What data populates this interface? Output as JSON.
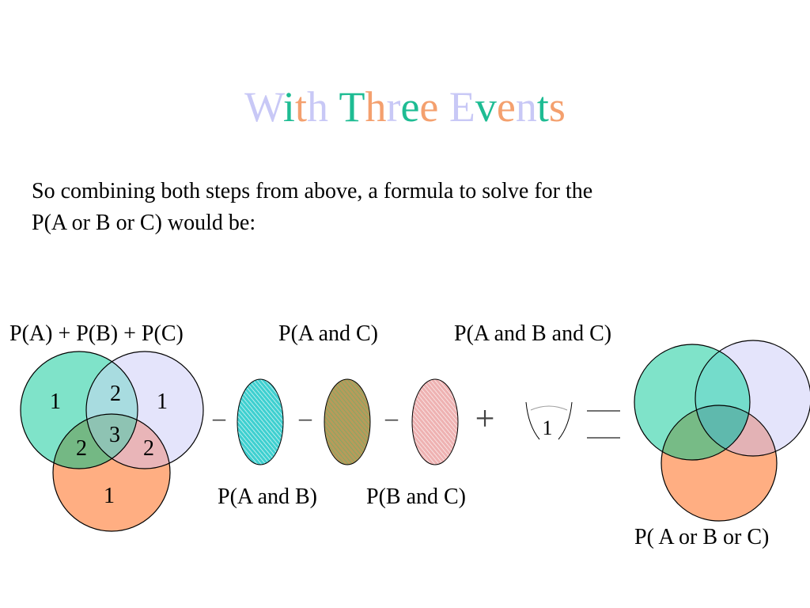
{
  "title": {
    "letters": [
      {
        "ch": "W",
        "color": "#c8c8f6"
      },
      {
        "ch": "i",
        "color": "#1ebc93"
      },
      {
        "ch": "t",
        "color": "#f4a06e"
      },
      {
        "ch": "h",
        "color": "#c8c8f6"
      },
      {
        "ch": " ",
        "color": "#000000"
      },
      {
        "ch": "T",
        "color": "#1ebc93"
      },
      {
        "ch": "h",
        "color": "#f4a06e"
      },
      {
        "ch": "r",
        "color": "#c8c8f6"
      },
      {
        "ch": "e",
        "color": "#1ebc93"
      },
      {
        "ch": "e",
        "color": "#f4a06e"
      },
      {
        "ch": " ",
        "color": "#000000"
      },
      {
        "ch": "E",
        "color": "#c8c8f6"
      },
      {
        "ch": "v",
        "color": "#1ebc93"
      },
      {
        "ch": "e",
        "color": "#f4a06e"
      },
      {
        "ch": "n",
        "color": "#c8c8f6"
      },
      {
        "ch": "t",
        "color": "#1ebc93"
      },
      {
        "ch": "s",
        "color": "#f4a06e"
      }
    ]
  },
  "intro": {
    "line1": "So combining both steps from above, a formula to solve for the",
    "line2": "P(A or B or C) would be:"
  },
  "labels": {
    "sum": "P(A) + P(B) + P(C)",
    "a_and_c": "P(A and C)",
    "a_b_c": "P(A and B and C)",
    "a_and_b": "P(A and B)",
    "b_and_c": "P(B and C)",
    "union": "P( A or B or C)"
  },
  "venn_counts": {
    "a_only": "1",
    "b_only": "1",
    "c_only": "1",
    "ab": "2",
    "ac": "2",
    "bc": "2",
    "abc": "3"
  },
  "operators": {
    "minus1": "–",
    "minus2": "–",
    "minus3": "–",
    "plus": "+"
  },
  "triple_piece_value": "1",
  "colors": {
    "circle_a": "#7fe3c9",
    "circle_b": "#e4e4fb",
    "circle_c": "#ffae82",
    "ellipse_ab": "#38cccc",
    "ellipse_ac": "#b59a5e",
    "ellipse_bc": "#eeb2b2"
  }
}
